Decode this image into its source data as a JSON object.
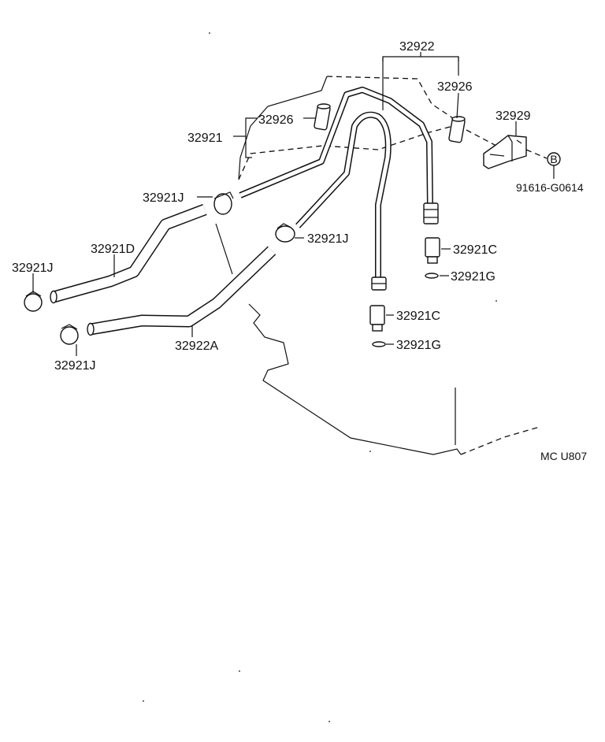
{
  "diagram": {
    "labels": {
      "p32922": "32922",
      "p32926_right": "32926",
      "p32926_left": "32926",
      "p32921": "32921",
      "p32929": "32929",
      "bolt_ref": "91616-G0614",
      "bolt_symbol": "B",
      "p32921J_top": "32921J",
      "p32921J_mid": "32921J",
      "p32921J_left": "32921J",
      "p32921J_bottom": "32921J",
      "p32921D": "32921D",
      "p32922A": "32922A",
      "p32921C_upper": "32921C",
      "p32921G_upper": "32921G",
      "p32921C_lower": "32921C",
      "p32921G_lower": "32921G",
      "code": "MC U807"
    }
  }
}
